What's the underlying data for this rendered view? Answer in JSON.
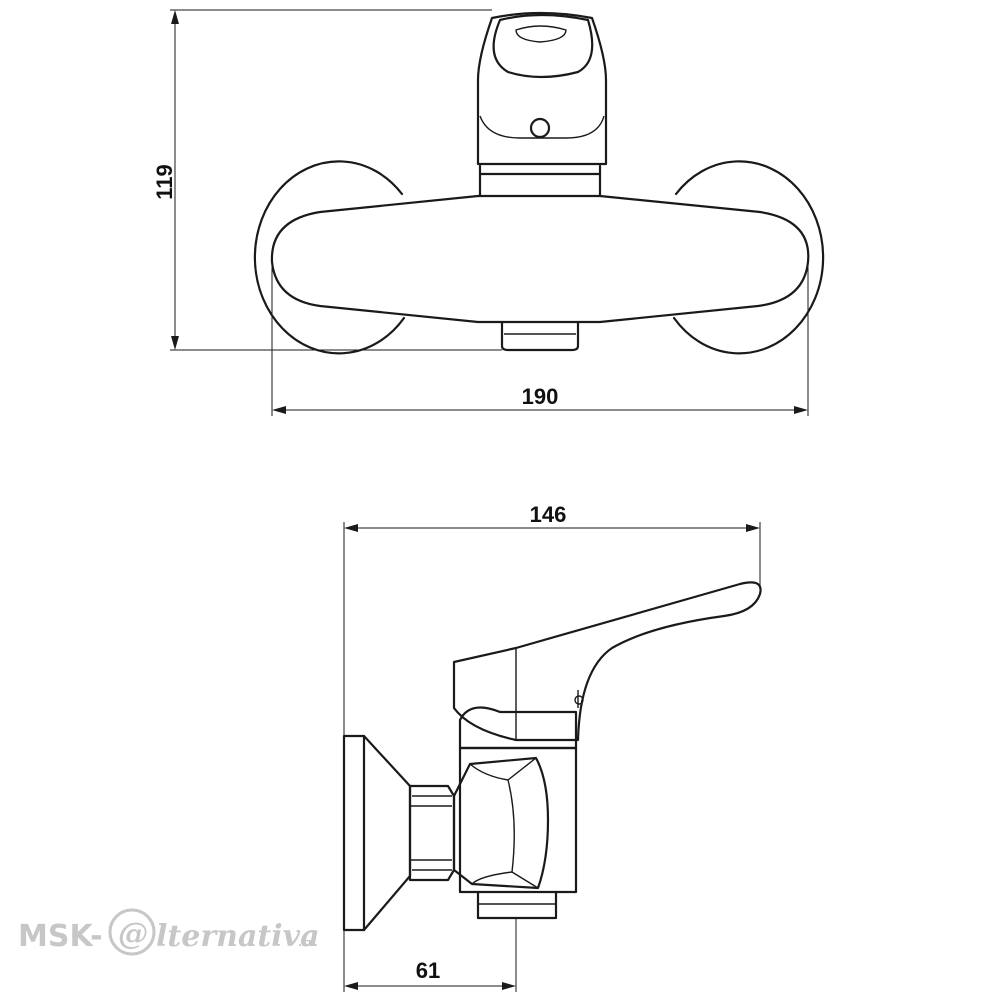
{
  "dimensions": {
    "front_height": "119",
    "front_width": "190",
    "side_depth": "146",
    "side_offset": "61"
  },
  "watermark": {
    "prefix": "MSK-",
    "at_symbol": "@",
    "name": "lternativa",
    "suffix": ".ru"
  },
  "colors": {
    "line": "#1a1a1a",
    "watermark": "#c7c7c7",
    "background": "#ffffff"
  }
}
